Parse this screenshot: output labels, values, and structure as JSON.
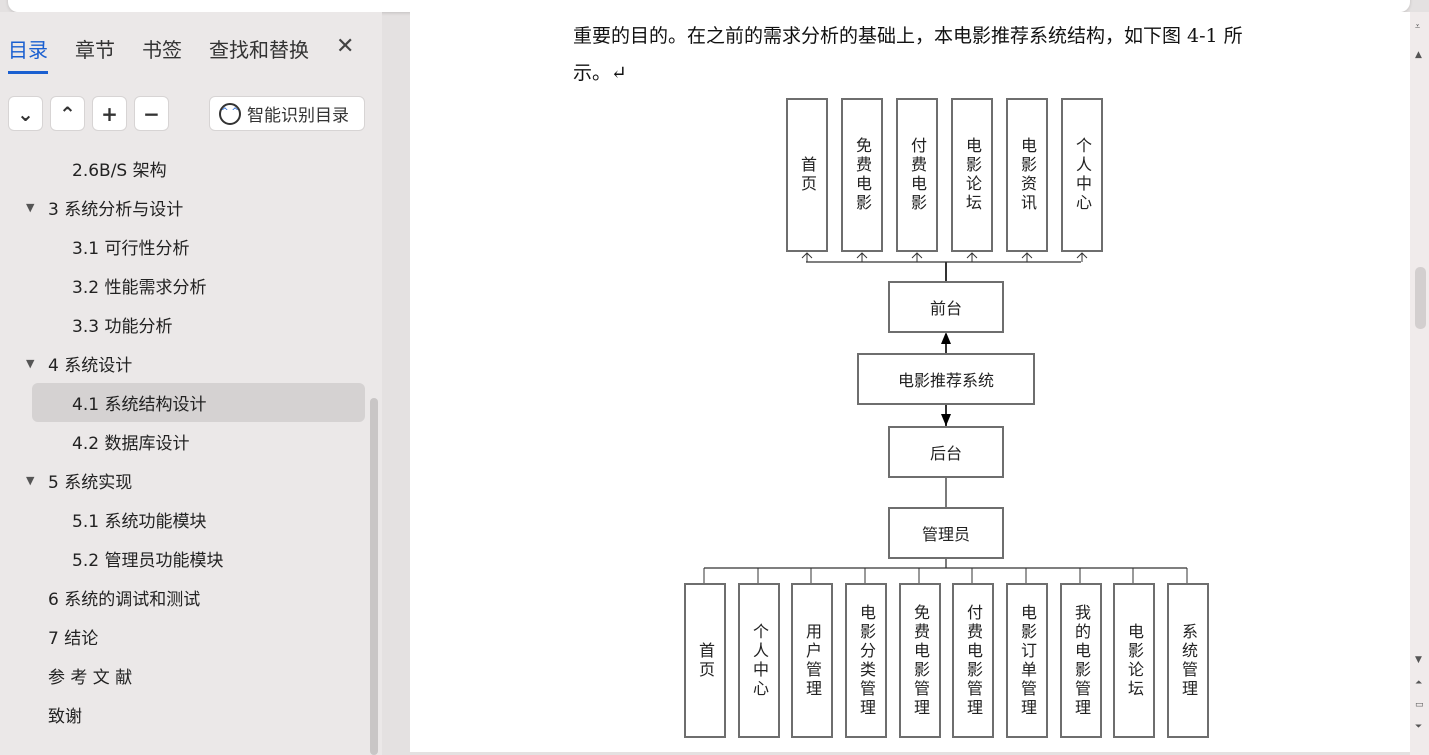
{
  "sidebar": {
    "tabs": [
      "目录",
      "章节",
      "书签",
      "查找和替换"
    ],
    "smart_label": "智能识别目录",
    "toc": [
      {
        "label": "2.6B/S 架构",
        "level": 2
      },
      {
        "label": "3 系统分析与设计",
        "level": 1
      },
      {
        "label": "3.1 可行性分析",
        "level": 2
      },
      {
        "label": "3.2 性能需求分析",
        "level": 2
      },
      {
        "label": "3.3 功能分析",
        "level": 2
      },
      {
        "label": "4 系统设计",
        "level": 1
      },
      {
        "label": "4.1 系统结构设计",
        "level": 2,
        "selected": true
      },
      {
        "label": "4.2 数据库设计",
        "level": 2
      },
      {
        "label": "5 系统实现",
        "level": 1
      },
      {
        "label": "5.1 系统功能模块",
        "level": 2
      },
      {
        "label": "5.2 管理员功能模块",
        "level": 2
      },
      {
        "label": "6 系统的调试和测试",
        "level": 1
      },
      {
        "label": "7 结论",
        "level": 1
      },
      {
        "label": "参 考 文 献",
        "level": 1
      },
      {
        "label": "致谢",
        "level": 1
      }
    ]
  },
  "document": {
    "paragraph_line1": "重要的目的。在之前的需求分析的基础上，本电影推荐系统结构，如下图 4-1 所",
    "paragraph_line2": "示。↵",
    "diagram": {
      "front_modules": [
        "首页",
        "免费电影",
        "付费电影",
        "电影论坛",
        "电影资讯",
        "个人中心"
      ],
      "front": "前台",
      "system": "电影推荐系统",
      "back": "后台",
      "admin": "管理员",
      "admin_modules": [
        "首页",
        "个人中心",
        "用户管理",
        "电影分类管理",
        "免费电影管理",
        "付费电影管理",
        "电影订单管理",
        "我的电影管理",
        "电影论坛",
        "系统管理"
      ]
    }
  }
}
